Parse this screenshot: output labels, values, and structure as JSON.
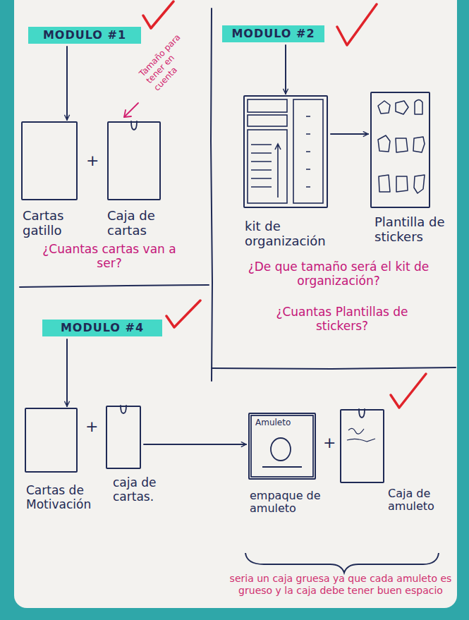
{
  "diagram": {
    "nodes": [
      {
        "text": [
          "MODULO #1"
        ]
      },
      {
        "text": [
          "Cartas gatillo"
        ]
      },
      {
        "text": [
          "Caja de cartas"
        ]
      },
      {
        "text": [
          "MODULO #2"
        ]
      },
      {
        "text": [
          "kit de organización"
        ]
      },
      {
        "text": [
          "Plantilla de stickers"
        ]
      },
      {
        "text": [
          "MODULO #4"
        ]
      },
      {
        "text": [
          "Cartas de Motivación"
        ]
      },
      {
        "text": [
          "caja de cartas."
        ]
      },
      {
        "text": [
          "Amuleto",
          "empaque de amuleto"
        ]
      },
      {
        "text": [
          "Caja de amuleto"
        ]
      }
    ],
    "edges": [
      {
        "from": 0,
        "to": 1,
        "arrow": "to"
      },
      {
        "from": 3,
        "to": 4,
        "arrow": "to"
      },
      {
        "from": 4,
        "to": 5,
        "arrow": "to"
      },
      {
        "from": 6,
        "to": 7,
        "arrow": "to"
      },
      {
        "from": 8,
        "to": 9,
        "arrow": "to"
      }
    ],
    "labels": [
      "+",
      "Tamaño para tener en cuenta",
      "¿Cuantas cartas van a ser?",
      "¿De que tamaño será el kit de organización?",
      "¿Cuantas Plantillas de stickers?",
      "+",
      "+",
      "seria un caja gruesa ya que cada amuleto es grueso y la caja debe tener buen espacio"
    ]
  }
}
